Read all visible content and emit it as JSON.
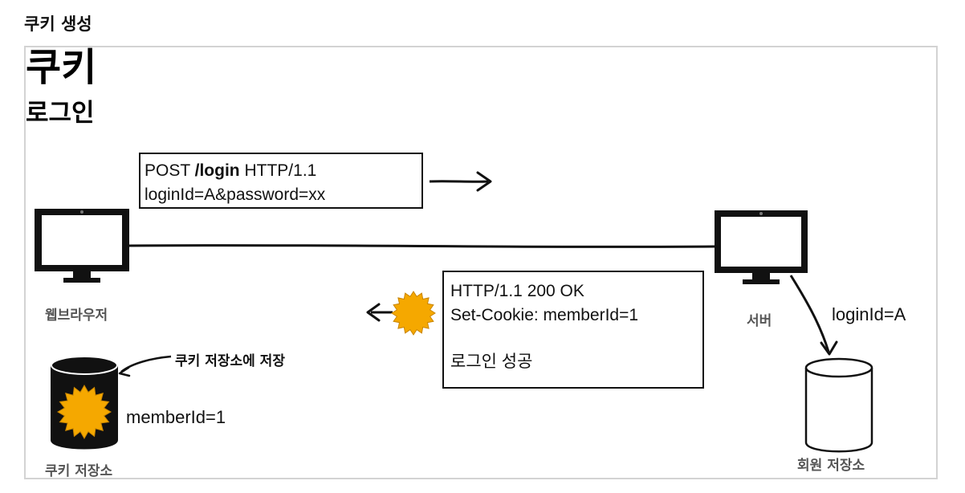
{
  "page_title": "쿠키 생성",
  "slide": {
    "title": "쿠키",
    "subtitle": "로그인"
  },
  "request": {
    "line1_method": "POST ",
    "line1_path": "/login",
    "line1_version": " HTTP/1.1",
    "line2": "loginId=A&password=xx"
  },
  "response": {
    "line1": "HTTP/1.1 200 OK",
    "line2": "Set-Cookie: memberId=1",
    "line3": "로그인 성공"
  },
  "browser": {
    "label": "웹브라우저",
    "icon": "monitor-icon"
  },
  "server": {
    "label": "서버",
    "icon": "monitor-icon"
  },
  "cookie_store": {
    "label": "쿠키 저장소",
    "annotation": "쿠키 저장소에 저장",
    "value": "memberId=1",
    "icon": "cookie-icon"
  },
  "member_store": {
    "label": "회원 저장소",
    "lookup": "loginId=A",
    "icon": "database-icon"
  },
  "colors": {
    "cookie": "#f5a800",
    "line": "#111111",
    "label_gray": "#555555",
    "frame_border": "#d3d3d3"
  }
}
